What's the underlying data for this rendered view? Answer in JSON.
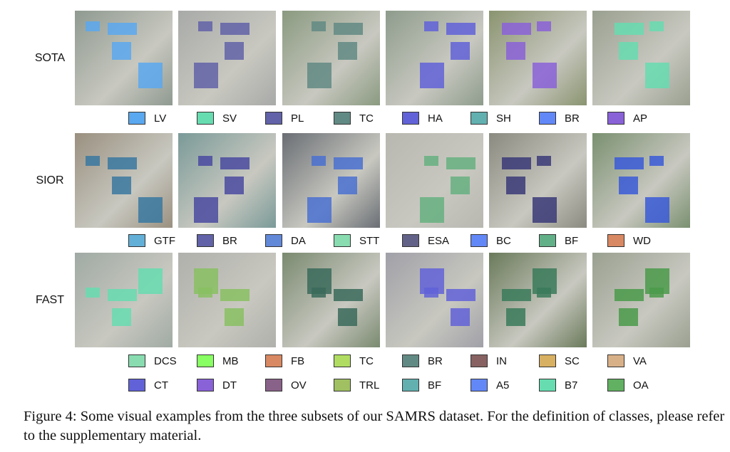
{
  "rows": [
    {
      "label": "SOTA",
      "legend": [
        [
          "LV",
          "#5aa8f0"
        ],
        [
          "SV",
          "#66dcb0"
        ],
        [
          "PL",
          "#6262a8"
        ],
        [
          "TC",
          "#628a84"
        ],
        [
          "HA",
          "#6262d8"
        ],
        [
          "SH",
          "#62b0b0"
        ],
        [
          "BR",
          "#6288f8"
        ],
        [
          "AP",
          "#8a62d8"
        ]
      ],
      "tiles": [
        [
          "#8f9a90",
          "#5aa8f0"
        ],
        [
          "#a8aaa8",
          "#6262a8"
        ],
        [
          "#8a9a80",
          "#628a84"
        ],
        [
          "#8e9c8c",
          "#6262d8"
        ],
        [
          "#8a9470",
          "#8a62d8"
        ],
        [
          "#9aa090",
          "#66dcb0"
        ]
      ]
    },
    {
      "label": "SIOR",
      "legend": [
        [
          "GTF",
          "#62b0d8"
        ],
        [
          "BR",
          "#6262a8"
        ],
        [
          "DA",
          "#6288d8"
        ],
        [
          "STT",
          "#88dcb0"
        ],
        [
          "ESA",
          "#626288"
        ],
        [
          "BC",
          "#6288f8"
        ],
        [
          "BF",
          "#62b088"
        ],
        [
          "WD",
          "#d88862"
        ]
      ],
      "tiles": [
        [
          "#9a9080",
          "#3a78a0"
        ],
        [
          "#7a9a98",
          "#4a4aa0"
        ],
        [
          "#6a6e74",
          "#4a70d0"
        ],
        [
          "#b8b8b0",
          "#66b080"
        ],
        [
          "#8a8a80",
          "#3a3a78"
        ],
        [
          "#7a9070",
          "#3a5ad8"
        ]
      ]
    },
    {
      "label": "FAST",
      "legend": [
        [
          "DCS",
          "#88dcb0"
        ],
        [
          "MB",
          "#88ff62"
        ],
        [
          "FB",
          "#d88862"
        ],
        [
          "TC",
          "#b0dc62"
        ],
        [
          "BR",
          "#628a84"
        ],
        [
          "IN",
          "#886262"
        ],
        [
          "SC",
          "#d8b062"
        ],
        [
          "VA",
          "#d8b088"
        ],
        [
          "CT",
          "#6262d8"
        ],
        [
          "DT",
          "#8a62d8"
        ],
        [
          "OV",
          "#886288"
        ],
        [
          "TRL",
          "#a0c062"
        ],
        [
          "BF",
          "#62b0b0"
        ],
        [
          "A5",
          "#6288f8"
        ],
        [
          "B7",
          "#66dcb0"
        ],
        [
          "OA",
          "#62b062"
        ]
      ],
      "tiles": [
        [
          "#a0aaa4",
          "#66dcb0"
        ],
        [
          "#b0b0ac",
          "#88c062"
        ],
        [
          "#7a8a70",
          "#3a6a5a"
        ],
        [
          "#a0a0a8",
          "#6262d8"
        ],
        [
          "#6a7a5a",
          "#3a7a5a"
        ],
        [
          "#9aa090",
          "#4a9a4a"
        ]
      ]
    }
  ],
  "caption": "Figure 4: Some visual examples from the three subsets of our SAMRS dataset. For the definition of classes, please refer to the supplementary material."
}
